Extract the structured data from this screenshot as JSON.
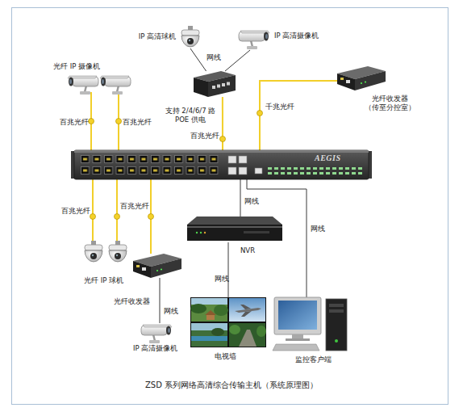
{
  "diagram": {
    "caption": "ZSD 系列网络高清综合传输主机（系统原理图）",
    "nodes": [
      {
        "text": [
          "IP 高清球机"
        ]
      },
      {
        "text": [
          "IP 高清摄像机"
        ]
      },
      {
        "text": [
          "支持 2/4/6/7 路 POE 供电"
        ]
      },
      {
        "text": [
          "光纤 IP 摄像机"
        ]
      },
      {
        "text": [
          "光纤收发器 （传至分控室）"
        ]
      },
      {
        "text": [
          "AEGIS"
        ]
      },
      {
        "text": [
          "光纤 IP 球机"
        ]
      },
      {
        "text": [
          "光纤收发器"
        ]
      },
      {
        "text": [
          "IP 高清摄像机"
        ]
      },
      {
        "text": [
          "NVR"
        ]
      },
      {
        "text": [
          "电视墙"
        ]
      },
      {
        "text": [
          "监控客户端"
        ]
      }
    ],
    "edges": [
      {
        "from": 0,
        "to": 2,
        "label": "网线",
        "arrow": "none"
      },
      {
        "from": 1,
        "to": 2,
        "arrow": "none"
      },
      {
        "from": 3,
        "to": 5,
        "label": "百兆光纤",
        "arrow": "none"
      },
      {
        "from": 3,
        "to": 5,
        "label": "百兆光纤",
        "arrow": "none"
      },
      {
        "from": 2,
        "to": 5,
        "label": "百兆光纤",
        "arrow": "none"
      },
      {
        "from": 4,
        "to": 5,
        "label": "千兆光纤",
        "arrow": "none"
      },
      {
        "from": 5,
        "to": 6,
        "label": "百兆光纤",
        "arrow": "none"
      },
      {
        "from": 5,
        "to": 6,
        "arrow": "none"
      },
      {
        "from": 5,
        "to": 7,
        "label": "百兆光纤",
        "arrow": "none"
      },
      {
        "from": 7,
        "to": 8,
        "label": "网线",
        "arrow": "none"
      },
      {
        "from": 5,
        "to": 9,
        "label": "网线",
        "arrow": "none"
      },
      {
        "from": 9,
        "to": 10,
        "label": "网线",
        "arrow": "none"
      },
      {
        "from": 5,
        "to": 11,
        "label": "网线",
        "arrow": "none"
      }
    ]
  }
}
